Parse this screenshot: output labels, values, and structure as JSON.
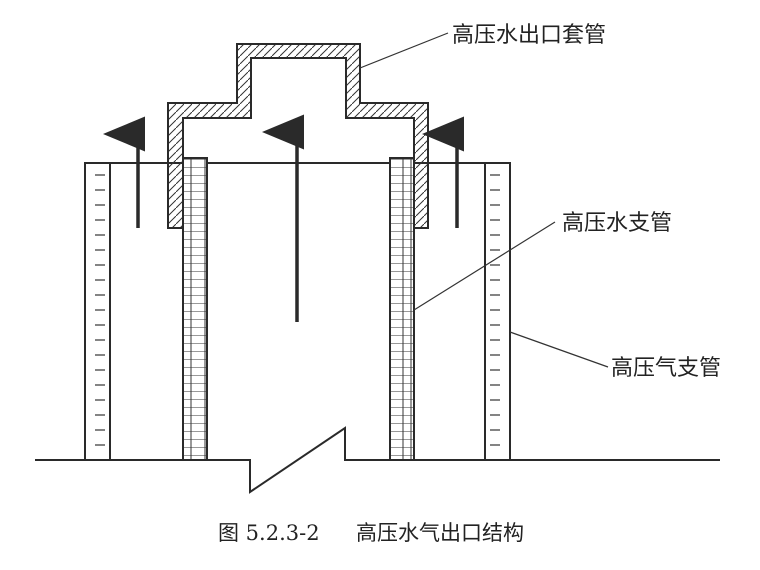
{
  "labels": {
    "outlet_sleeve": "高压水出口套管",
    "water_branch": "高压水支管",
    "gas_branch": "高压气支管"
  },
  "caption": {
    "number": "图 5.2.3-2",
    "title": "高压水气出口结构"
  },
  "colors": {
    "stroke": "#2a2a2a",
    "text": "#222222",
    "background": "#ffffff"
  }
}
